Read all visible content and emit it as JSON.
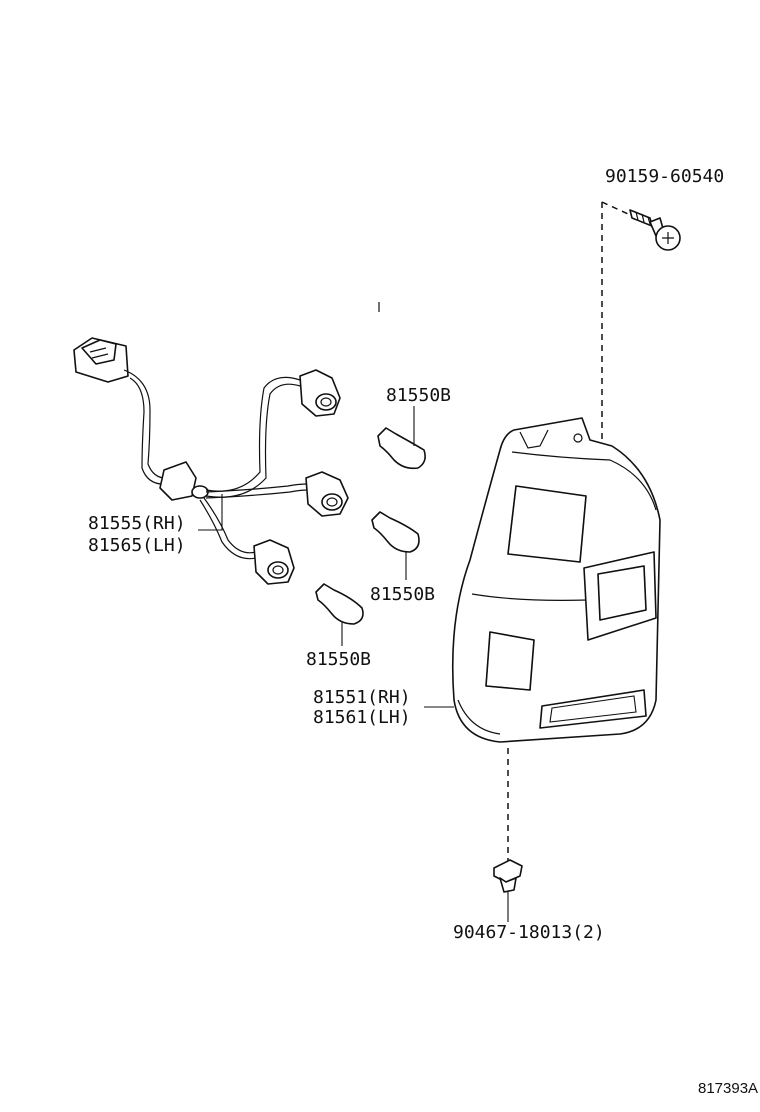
{
  "labels": {
    "screw": "90159-60540",
    "bulb_top": "81550B",
    "socket_rh": "81555(RH)",
    "socket_lh": "81565(LH)",
    "bulb_mid": "81550B",
    "bulb_low": "81550B",
    "lamp_rh": "81551(RH)",
    "lamp_lh": "81561(LH)",
    "clip": "90467-18013(2)",
    "diagram_ref": "817393A"
  }
}
